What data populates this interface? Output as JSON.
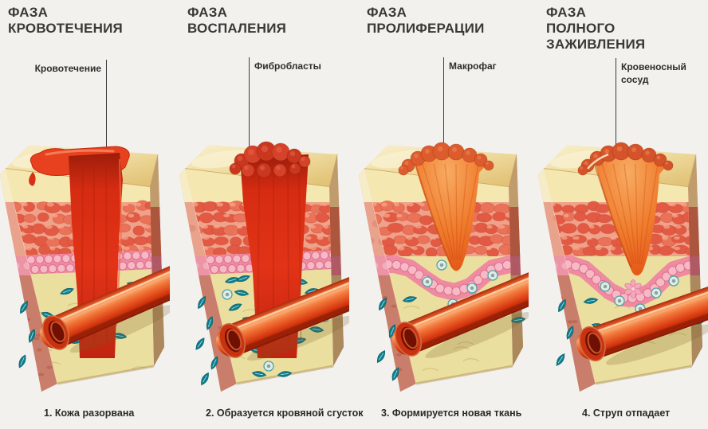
{
  "diagram": {
    "background": "#f2f1ee",
    "ink": "#3a3936"
  },
  "panels": [
    {
      "title": "ФАЗА\nКРОВОТЕЧЕНИЯ",
      "callout": {
        "label": "Кровотечение",
        "side": "left"
      },
      "caption": "1. Кожа разорвана",
      "stage": "bleeding"
    },
    {
      "title": "ФАЗА\nВОСПАЛЕНИЯ",
      "callout": {
        "label": "Фибробласты",
        "side": "right"
      },
      "caption": "2. Образуется кровяной сгусток",
      "stage": "clot"
    },
    {
      "title": "ФАЗА\nПРОЛИФЕРАЦИИ",
      "callout": {
        "label": "Макрофаг",
        "side": "right"
      },
      "caption": "3. Формируется новая ткань",
      "stage": "granulation"
    },
    {
      "title": "ФАЗА\nПОЛНОГО ЗАЖИВЛЕНИЯ",
      "callout": {
        "label": "Кровеносный\nсосуд",
        "side": "right"
      },
      "caption": "4. Струп отпадает",
      "stage": "healed"
    }
  ],
  "palette": {
    "skin_cream": "#f4e7b0",
    "skin_top": "#f1dea2",
    "dermis_base": "#f0a189",
    "dermis_blob": "#e25a43",
    "pebble_band": "#ef8aa0",
    "pebble": "#f8b9c6",
    "fat_yellow": "#ebdf9f",
    "side_brick": "#c97e6b",
    "blood_red": "#e23317",
    "clot_red": "#c9371f",
    "scab_orange": "#ee6b26",
    "vessel_red": "#d93a10",
    "fibroblast_teal": "#0f7b8a",
    "macrophage_ring": "#54a0a2"
  }
}
